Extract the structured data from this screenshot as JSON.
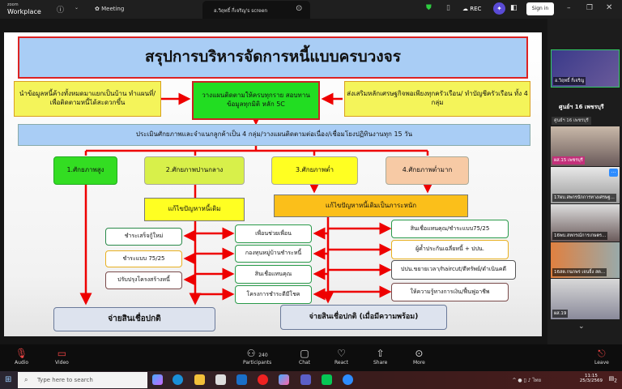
{
  "titlebar": {
    "app_small": "zoom",
    "app_name": "Workplace",
    "meeting": "Meeting",
    "share_tab": "อ.วิฤทธิ์ กี่เจริญ's screen",
    "rec": "REC",
    "sign_in": "Sign in"
  },
  "slide": {
    "title": "สรุปการบริหารจัดการหนี้แบบครบวงจร",
    "left_box": "นำข้อมูลหนี้ค้างทั้งหมดมาแยกเป็นบ้าน ทำแผนที่/เพื่อติดตามหนี้ได้สะดวกขึ้น",
    "center_box": "วางแผนติดตามให้ครบทุกราย สอบทานข้อมูลทุกมิติ หลัก 5C",
    "right_box": "ส่งเสริมหลักเศรษฐกิจพอเพียงทุกครัวเรือน/ ทำบัญชีครัวเรือน ทั้ง 4 กลุ่ม",
    "assess_band": "ประเมินศักยภาพและจำแนกลูกค้าเป็น 4 กลุ่ม/วางแผนติดตามต่อเนื่อง/เชื่อมโยงปฏิทินงานทุก 15 วัน",
    "groups": [
      "1.ศักยภาพสูง",
      "2.ศักยภาพปานกลาง",
      "3.ศักยภาพต่ำ",
      "4.ศักยภาพต่ำมาก"
    ],
    "fix_old": "แก้ไขปัญหาหนี้เดิม",
    "fix_heavy": "แก้ไขปัญหาหนี้เดิมเป็นภาระหนัก",
    "left_options": [
      "ชำระเสร็จกู้ใหม่",
      "ชำระแบบ 75/25",
      "ปรับปรุงโครงสร้างหนี้"
    ],
    "middle_options": [
      "เพื่อนช่วยเพื่อน",
      "กองทุนหมู่บ้านชำระหนี้",
      "สินเชื่อแทนคุณ",
      "โครงการชำระดีมีโชค"
    ],
    "right_options": [
      "สินเชื่อแทนคุณ/ชำระแบบ75/25",
      "ผู้ค้ำประกันเฉลี่ยหนี้ + ปปน.",
      "ปปน.ขยายเวลา/haircut/ตีทรัพย์/ดำเนินคดี",
      "ให้ความรู้ทางการเงิน/ฟื้นฟูอาชีพ"
    ],
    "outcome_normal": "จ่ายสินเชื่อปกติ",
    "outcome_ready": "จ่ายสินเชื่อปกติ (เมื่อมีความพร้อม)"
  },
  "panel": {
    "speaker": "อ.วิฤทธิ์ กี่เจริญ",
    "group_title": "ศูนย์ฯ 16 เพชรบุรี",
    "group_sub": "ศูนย์ฯ 16 เพชรบุรี",
    "tiles": [
      "ผส.15 เพชรบุรี",
      "17ผบ.สพกรนักการทางเศรษฐ...",
      "16พบ.สหกรณ์การเกษตร...",
      "16สต.กนกพร เจนจิ้ง สต...",
      "ผส.19"
    ]
  },
  "toolbar": {
    "audio": "Audio",
    "video": "Video",
    "participants": "Participants",
    "participant_count": "240",
    "chat": "Chat",
    "react": "React",
    "share": "Share",
    "more": "More",
    "leave": "Leave"
  },
  "taskbar": {
    "search_placeholder": "Type here to search",
    "time": "11:15",
    "date": "25/3/2569",
    "lang": "ไทย",
    "notif": "2"
  }
}
